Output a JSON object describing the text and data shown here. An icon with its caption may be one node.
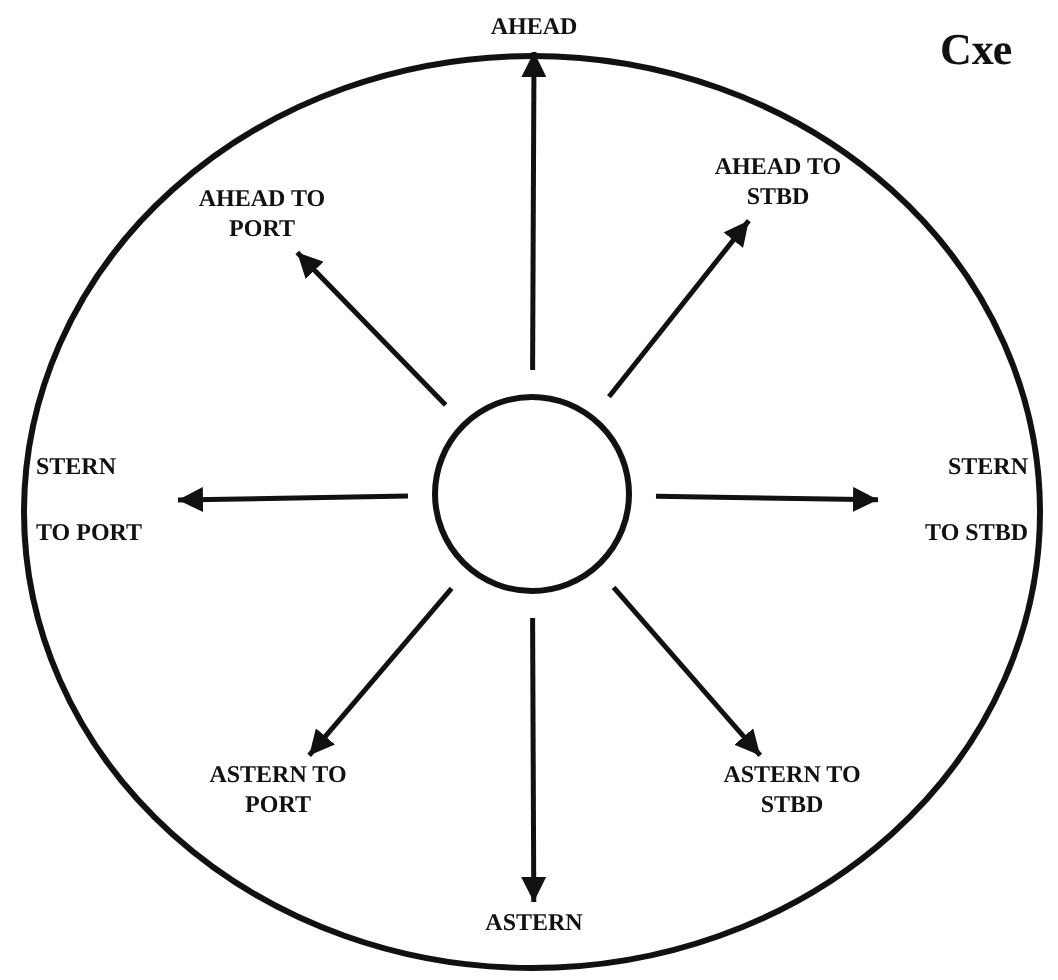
{
  "diagram": {
    "nodes": [
      {
        "text": [
          "AHEAD"
        ]
      },
      {
        "text": [
          "AHEAD TO PORT"
        ]
      },
      {
        "text": [
          "AHEAD TO STBD"
        ]
      },
      {
        "text": [
          "STERN TO PORT"
        ]
      },
      {
        "text": [],
        "shape": "circle"
      },
      {
        "text": [
          "STERN TO STBD"
        ]
      },
      {
        "text": [
          "ASTERN TO PORT"
        ]
      },
      {
        "text": [
          "ASTERN TO STBD"
        ]
      },
      {
        "text": [
          "ASTERN"
        ]
      }
    ],
    "edges": [
      {
        "from": 4,
        "to": 0,
        "arrow": "to"
      },
      {
        "from": 4,
        "to": 1,
        "arrow": "to"
      },
      {
        "from": 4,
        "to": 2,
        "arrow": "to"
      },
      {
        "from": 4,
        "to": 3,
        "arrow": "to"
      },
      {
        "from": 4,
        "to": 5,
        "arrow": "to"
      },
      {
        "from": 4,
        "to": 6,
        "arrow": "to"
      },
      {
        "from": 4,
        "to": 7,
        "arrow": "to"
      },
      {
        "from": 4,
        "to": 8,
        "arrow": "to"
      }
    ],
    "labels": [
      "Схе"
    ]
  }
}
